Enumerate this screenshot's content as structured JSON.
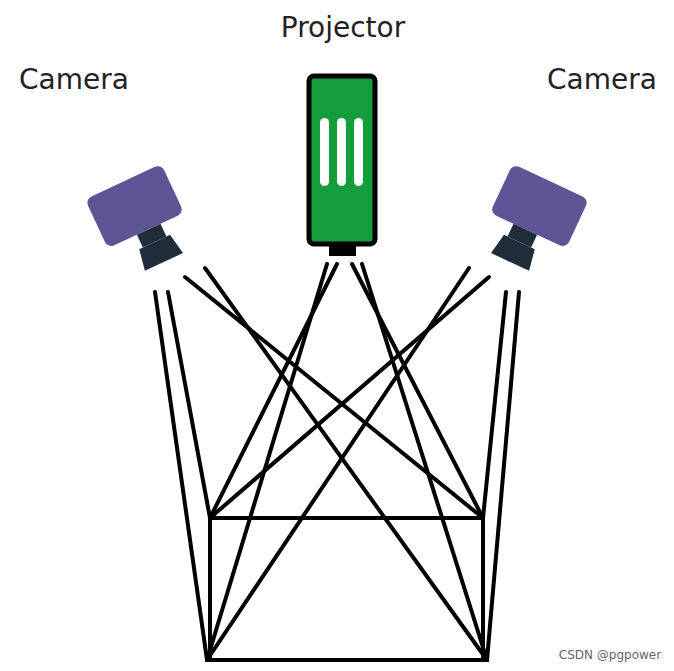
{
  "diagram": {
    "labels": [
      "Projector",
      "Camera",
      "Camera",
      "CSDN @pgpower"
    ]
  }
}
